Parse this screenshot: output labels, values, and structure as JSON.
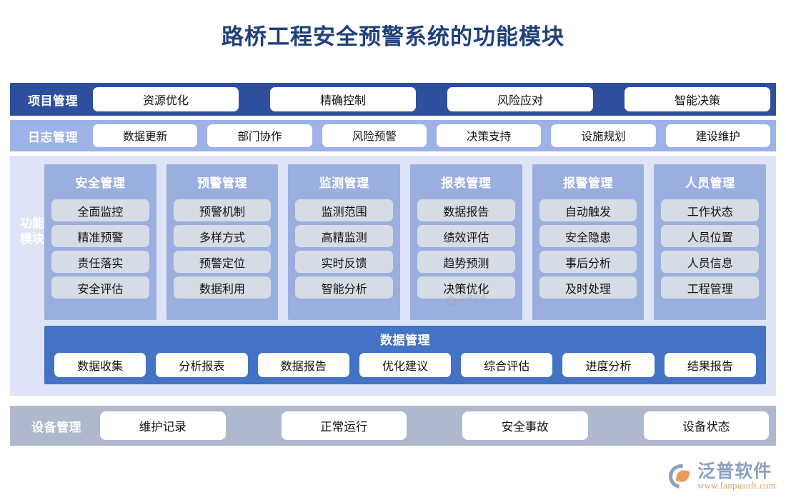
{
  "page": {
    "title": "路桥工程安全预警系统的功能模块"
  },
  "colors": {
    "title": "#20407c",
    "project_band": "#2d4f9e",
    "log_band": "#9db2e6",
    "modules_panel": "#dde4f6",
    "column": "#9aaedf",
    "column_item": "#d6dce6",
    "data_mgmt": "#4472c4",
    "device_band": "#aeb9cd",
    "chip": "#ffffff",
    "logo_blue": "#8c9fc0",
    "logo_orange": "#e89a5e"
  },
  "project_band": {
    "label": "项目管理",
    "items": [
      "资源优化",
      "精确控制",
      "风险应对",
      "智能决策"
    ]
  },
  "log_band": {
    "label": "日志管理",
    "items": [
      "数据更新",
      "部门协作",
      "风险预警",
      "决策支持",
      "设施规划",
      "建设维护"
    ]
  },
  "modules": {
    "vertical_label": "功能模块",
    "columns": [
      {
        "head": "安全管理",
        "items": [
          "全面监控",
          "精准预警",
          "责任落实",
          "安全评估"
        ]
      },
      {
        "head": "预警管理",
        "items": [
          "预警机制",
          "多样方式",
          "预警定位",
          "数据利用"
        ]
      },
      {
        "head": "监测管理",
        "items": [
          "监测范围",
          "高精监测",
          "实时反馈",
          "智能分析"
        ]
      },
      {
        "head": "报表管理",
        "items": [
          "数据报告",
          "绩效评估",
          "趋势预测",
          "决策优化"
        ]
      },
      {
        "head": "报警管理",
        "items": [
          "自动触发",
          "安全隐患",
          "事后分析",
          "及时处理"
        ]
      },
      {
        "head": "人员管理",
        "items": [
          "工作状态",
          "人员位置",
          "人员信息",
          "工程管理"
        ]
      }
    ]
  },
  "data_management": {
    "title": "数据管理",
    "items": [
      "数据收集",
      "分析报表",
      "数据报告",
      "优化建议",
      "综合评估",
      "进度分析",
      "结果报告"
    ]
  },
  "device_band": {
    "label": "设备管理",
    "items": [
      "维护记录",
      "正常运行",
      "安全事故",
      "设备状态"
    ]
  },
  "watermark": {
    "text": "泛普软件",
    "sub": "FANPU SOFTWARE"
  },
  "logo": {
    "name": "泛普软件",
    "url": "www.fanpusoft.com"
  }
}
